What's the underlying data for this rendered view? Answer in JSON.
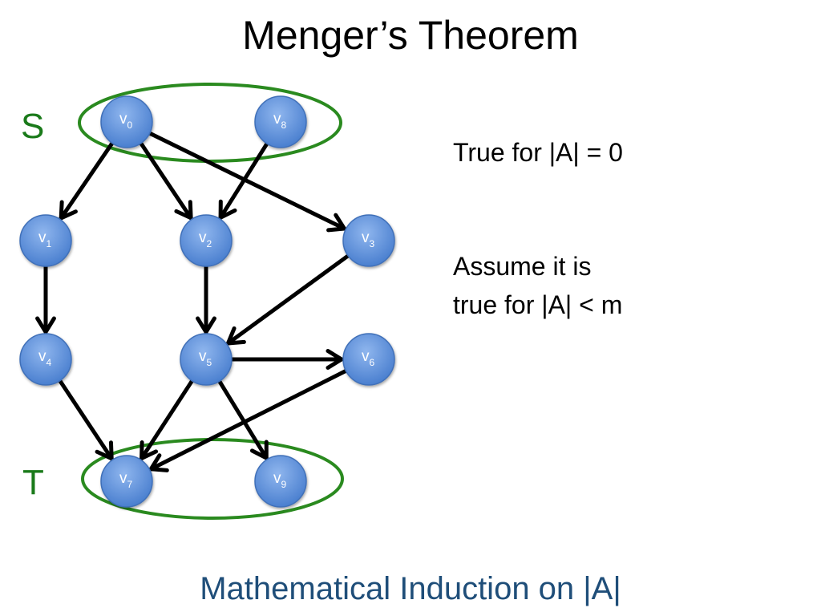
{
  "slide": {
    "title": "Menger’s Theorem",
    "footer": "Mathematical Induction on |A|"
  },
  "diagram": {
    "set_labels": {
      "source": "S",
      "target": "T"
    },
    "nodes": [
      {
        "id": "v0",
        "base": "v",
        "sub": "0"
      },
      {
        "id": "v8",
        "base": "v",
        "sub": "8"
      },
      {
        "id": "v1",
        "base": "v",
        "sub": "1"
      },
      {
        "id": "v2",
        "base": "v",
        "sub": "2"
      },
      {
        "id": "v3",
        "base": "v",
        "sub": "3"
      },
      {
        "id": "v4",
        "base": "v",
        "sub": "4"
      },
      {
        "id": "v5",
        "base": "v",
        "sub": "5"
      },
      {
        "id": "v6",
        "base": "v",
        "sub": "6"
      },
      {
        "id": "v7",
        "base": "v",
        "sub": "7"
      },
      {
        "id": "v9",
        "base": "v",
        "sub": "9"
      }
    ],
    "edges": [
      {
        "from": "v0",
        "to": "v1"
      },
      {
        "from": "v0",
        "to": "v2"
      },
      {
        "from": "v0",
        "to": "v3"
      },
      {
        "from": "v8",
        "to": "v2"
      },
      {
        "from": "v1",
        "to": "v4"
      },
      {
        "from": "v2",
        "to": "v5"
      },
      {
        "from": "v3",
        "to": "v5"
      },
      {
        "from": "v5",
        "to": "v6"
      },
      {
        "from": "v4",
        "to": "v7"
      },
      {
        "from": "v5",
        "to": "v7"
      },
      {
        "from": "v5",
        "to": "v9"
      },
      {
        "from": "v6",
        "to": "v7"
      }
    ],
    "groups": [
      {
        "name": "S",
        "members": [
          "v0",
          "v8"
        ]
      },
      {
        "name": "T",
        "members": [
          "v7",
          "v9"
        ]
      }
    ]
  },
  "notes": {
    "base_case": "True for |A| = 0",
    "hypothesis_line1": "Assume it is",
    "hypothesis_line2": "true for |A| < m"
  },
  "colors": {
    "set_label": "#1a7a1a",
    "set_ellipse": "#2a8a1f",
    "node_fill": "#5b8fd8",
    "node_stroke": "#3f6fb8",
    "edge": "#000000",
    "footer_text": "#1f4e79"
  }
}
